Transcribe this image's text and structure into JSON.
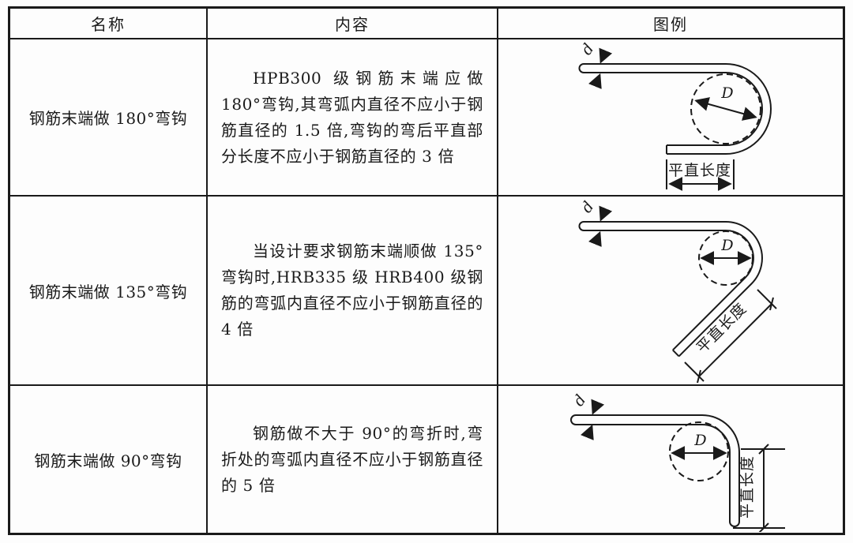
{
  "table": {
    "headers": {
      "name": "名称",
      "content": "内容",
      "legend": "图例"
    },
    "rows": [
      {
        "name": "钢筋末端做 180°弯钩",
        "content": "HPB300 级钢筋末端应做 180°弯钩,其弯弧内直径不应小于钢筋直径的 1.5 倍,弯钩的弯后平直部分长度不应小于钢筋直径的 3 倍"
      },
      {
        "name": "钢筋末端做 135°弯钩",
        "content": "当设计要求钢筋末端顺做 135°弯钩时,HRB335 级 HRB400 级钢筋的弯弧内直径不应小于钢筋直径的 4 倍"
      },
      {
        "name": "钢筋末端做 90°弯钩",
        "content": "钢筋做不大于 90°的弯折时,弯折处的弯弧内直径不应小于钢筋直径的 5 倍"
      }
    ]
  },
  "legend_labels": {
    "bar_diameter": "d",
    "bend_diameter": "D",
    "straight_length": "平直长度"
  },
  "colors": {
    "ink": "#1a1a1a",
    "paper": "#fdfdfd"
  }
}
